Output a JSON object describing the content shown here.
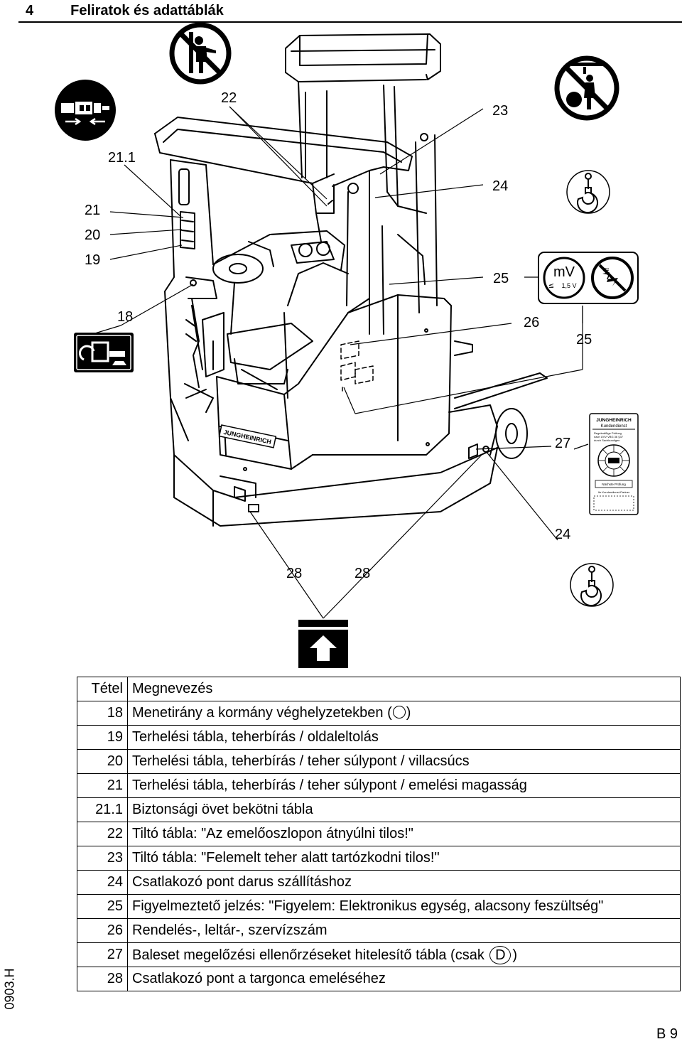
{
  "header": {
    "section_number": "4",
    "section_title": "Feliratok és adattáblák"
  },
  "figure": {
    "callouts": {
      "c22": "22",
      "c23": "23",
      "c21_1": "21.1",
      "c21": "21",
      "c20": "20",
      "c19": "19",
      "c18": "18",
      "c24_top": "24",
      "c25_left": "25",
      "c25_right": "25",
      "c26": "26",
      "c27": "27",
      "c24_bottom": "24",
      "c28_left": "28",
      "c28_right": "28"
    },
    "truck_brand": "JUNGHEINRICH",
    "voltage_sign": {
      "unit": "mV",
      "value": "1,5 V"
    },
    "inspection_plate": {
      "brand": "JUNGHEINRICH",
      "subtitle": "Kundendienst",
      "line1": "Regelmäßige Prüfung",
      "line2": "nach UVV VBG 36 §37",
      "line3": "durch Sachkundigen",
      "next_check": "Nächste Prüfung",
      "partner": "Ihr Kundendienst-Partner"
    }
  },
  "table": {
    "headers": [
      "Tétel",
      "Megnevezés"
    ],
    "rows": [
      {
        "num": "18",
        "desc_before": "Menetirány a kormány véghelyzetekben (",
        "desc_after": ")"
      },
      {
        "num": "19",
        "desc": "Terhelési tábla, teherbírás / oldaleltolás"
      },
      {
        "num": "20",
        "desc": "Terhelési tábla, teherbírás / teher súlypont / villacsúcs"
      },
      {
        "num": "21",
        "desc": "Terhelési tábla, teherbírás / teher súlypont / emelési magasság"
      },
      {
        "num": "21.1",
        "desc": "Biztonsági övet bekötni tábla"
      },
      {
        "num": "22",
        "desc": "Tiltó tábla: \"Az emelőoszlopon átnyúlni tilos!\""
      },
      {
        "num": "23",
        "desc": "Tiltó tábla: \"Felemelt teher alatt tartózkodni tilos!\""
      },
      {
        "num": "24",
        "desc": "Csatlakozó pont darus szállításhoz"
      },
      {
        "num": "25",
        "desc": "Figyelmeztető jelzés: \"Figyelem: Elektronikus egység, alacsony feszültség\""
      },
      {
        "num": "26",
        "desc": "Rendelés-, leltár-, szervízszám"
      },
      {
        "num": "27",
        "desc_before": "Baleset megelőzési ellenőrzéseket hitelesítő tábla (csak ",
        "circle_letter": "D",
        "desc_after": ")"
      },
      {
        "num": "28",
        "desc": "Csatlakozó pont a targonca emeléséhez"
      }
    ]
  },
  "footer": {
    "doc_code": "0903.H",
    "page_number": "B 9"
  }
}
